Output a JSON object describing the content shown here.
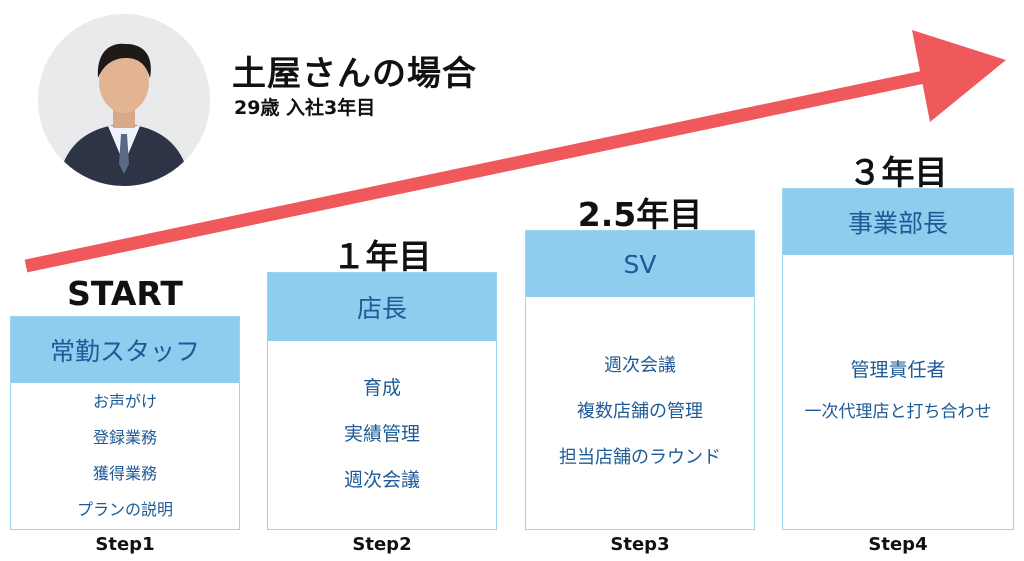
{
  "header": {
    "title": "土屋さんの場合",
    "subtitle": "29歳 入社3年目"
  },
  "colors": {
    "arrow": "#f0595c",
    "box_header_bg": "#8ecdee",
    "box_text": "#1d5a96",
    "box_border": "#9fd4ef"
  },
  "icons": {
    "avatar": "person-photo"
  },
  "steps": [
    {
      "stage": "START",
      "role": "常勤スタッフ",
      "items": [
        "お声がけ",
        "登録業務",
        "獲得業務",
        "プランの説明"
      ],
      "step_label": "Step1"
    },
    {
      "stage": "１年目",
      "role": "店長",
      "items": [
        "育成",
        "実績管理",
        "週次会議"
      ],
      "step_label": "Step2"
    },
    {
      "stage": "2.5年目",
      "role": "SV",
      "items": [
        "週次会議",
        "複数店舗の管理",
        "担当店舗のラウンド"
      ],
      "step_label": "Step3"
    },
    {
      "stage": "３年目",
      "role": "事業部長",
      "items": [
        "管理責任者",
        "一次代理店と打ち合わせ"
      ],
      "step_label": "Step4"
    }
  ]
}
